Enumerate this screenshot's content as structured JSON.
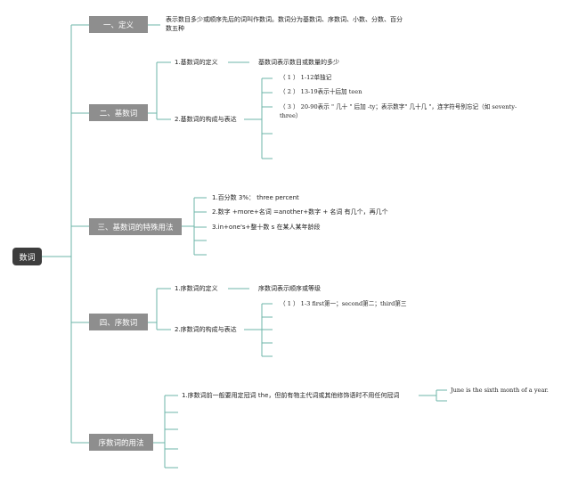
{
  "root": {
    "label": "数词"
  },
  "sections": [
    {
      "label": "一、定义",
      "text": "表示数目多少或顺序先后的词叫作数词。数词分为基数词、序数词、小数、分数、百分数五种"
    },
    {
      "label": "二、基数词",
      "definition_label": "1.基数词的定义",
      "definition_text": "基数词表示数目或数量的多少",
      "formation_label": "2.基数词的构成与表达",
      "formation_items": [
        "（ 1 ） 1-12单独记",
        "（ 2 ） 13-19表示十后加 teen",
        "（ 3 ） 20-90表示 \" 几十 \" 后加 -ty；表示数字\" 几十几 \"，连字符号别忘记（如 seventy-three）"
      ]
    },
    {
      "label": "三、基数词的特殊用法",
      "items": [
        "1.百分数 3%： three percent",
        "2.数字 +more+名词 =another+数字 + 名词 有几个，再几个",
        "3.in+one's+整十数 s 在某人某年龄段"
      ]
    },
    {
      "label": "四、序数词",
      "definition_label": "1.序数词的定义",
      "definition_text": "序数词表示顺序或等级",
      "formation_label": "2.序数词的构成与表达",
      "formation_items": [
        "（ 1 ） 1-3 first第一；second第二；third第三"
      ]
    },
    {
      "label": "序数词的用法",
      "items": [
        "1.序数词前一般要用定冠词 the，但前有物主代词或其他修饰语时不用任何冠词"
      ],
      "example": "June is the sixth month of a year."
    }
  ]
}
